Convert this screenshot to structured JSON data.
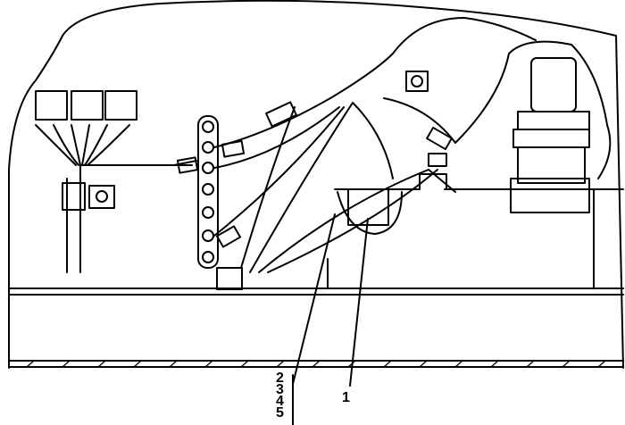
{
  "callouts": {
    "left_group": [
      "2",
      "3",
      "4",
      "5"
    ],
    "right": "1"
  }
}
